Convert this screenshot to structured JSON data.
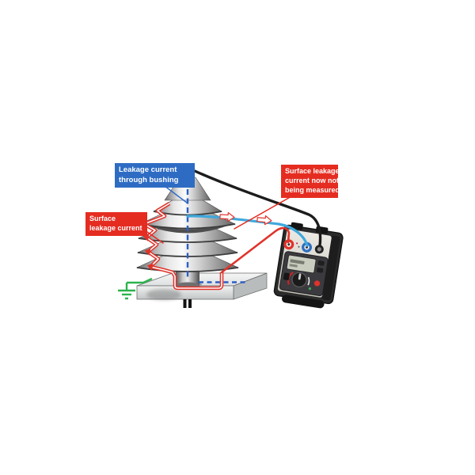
{
  "callouts": {
    "bushing_leakage": {
      "lines": [
        "Leakage current",
        "through bushing"
      ],
      "color": "#2e6cc4"
    },
    "surface_leakage": {
      "lines": [
        "Surface",
        "leakage current"
      ],
      "color": "#e52c21"
    },
    "surface_not_measured": {
      "lines": [
        "Surface leakage",
        "current now not",
        "being measured"
      ],
      "color": "#e52c21"
    }
  },
  "colors": {
    "label_blue": "#2e6cc4",
    "label_red": "#e52c21",
    "wire_red": "#e0332a",
    "wire_blue": "#3fa8dc",
    "wire_black": "#1c1c1c",
    "ground_green": "#2cb34c",
    "centerline_blue": "#2e5fc4",
    "porcelain_gray": "#d8d8d8",
    "tester_case_black": "#2b2b2b",
    "tester_face_beige": "#ddd9d1"
  }
}
